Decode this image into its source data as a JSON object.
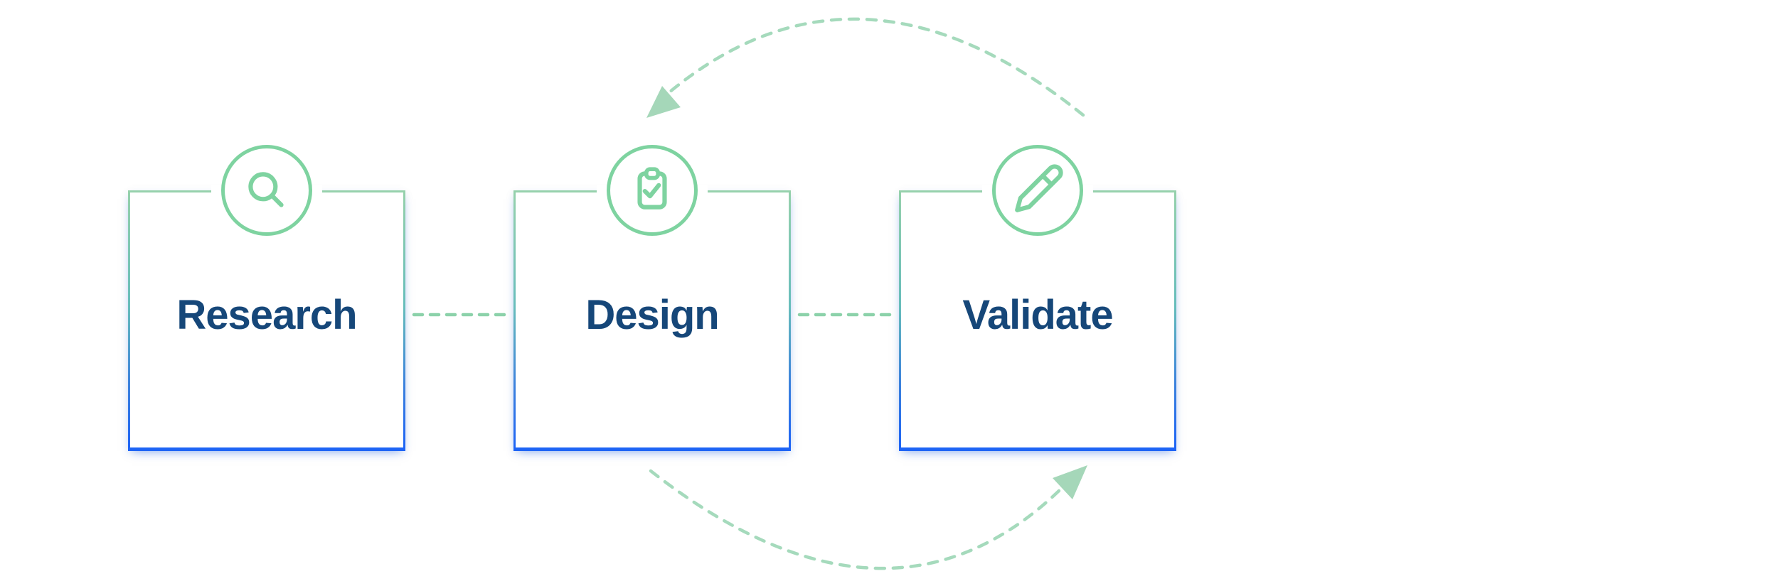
{
  "diagram": {
    "type": "process-flow",
    "steps": [
      {
        "label": "Research",
        "icon": "search-icon"
      },
      {
        "label": "Design",
        "icon": "clipboard-check-icon"
      },
      {
        "label": "Validate",
        "icon": "pencil-icon"
      }
    ],
    "connectors": [
      {
        "from": "Research",
        "to": "Design",
        "style": "dashed-line"
      },
      {
        "from": "Design",
        "to": "Validate",
        "style": "dashed-line"
      }
    ],
    "loop_arrows": [
      {
        "from": "Validate",
        "to": "Design",
        "position": "top-arc",
        "style": "dashed-arc-arrow"
      },
      {
        "from": "Design",
        "to": "Validate",
        "position": "bottom-arc",
        "style": "dashed-arc-arrow"
      }
    ]
  },
  "palette": {
    "icon_green": "#7ed3a0",
    "border_green": "#96d1ac",
    "border_blue": "#1e64f5",
    "connector_green": "#8cd2aa",
    "arc_green": "#a5dabc",
    "arrowhead_green": "#a5d7b9",
    "label_navy": "#164779"
  }
}
